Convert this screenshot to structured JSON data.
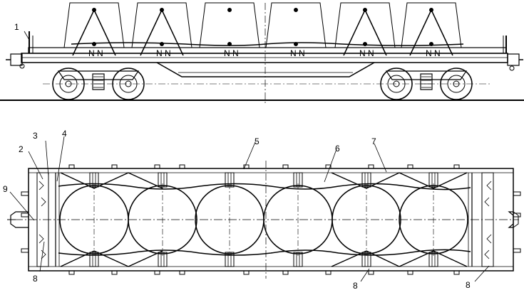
{
  "callouts": [
    "1",
    "2",
    "3",
    "4",
    "5",
    "6",
    "7",
    "8",
    "8",
    "8",
    "9"
  ],
  "side_view": {
    "loads": 6,
    "wheels": 4,
    "markings": [
      "N N",
      "N N",
      "N N",
      "N N",
      "N N",
      "N N"
    ]
  },
  "top_view": {
    "loads": 6
  }
}
